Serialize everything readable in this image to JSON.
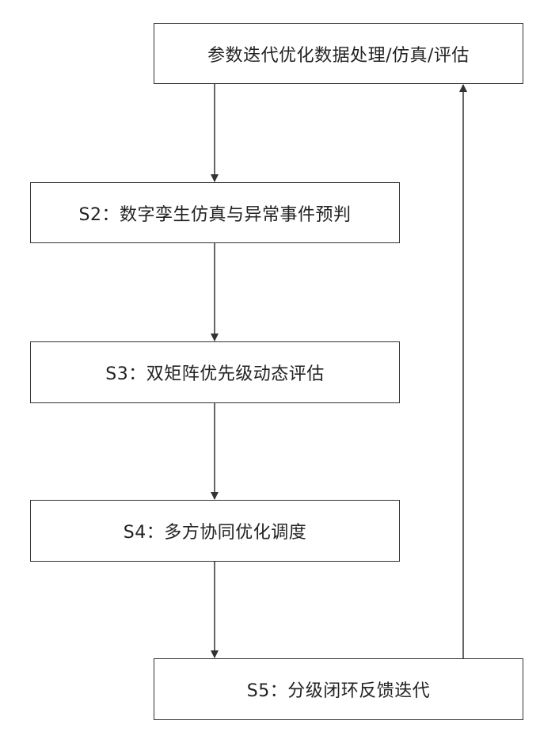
{
  "steps": {
    "top": "参数迭代优化数据处理/仿真/评估",
    "s2": "S2：数字孪生仿真与异常事件预判",
    "s3": "S3：双矩阵优先级动态评估",
    "s4": "S4：多方协同优化调度",
    "s5": "S5：分级闭环反馈迭代"
  },
  "colors": {
    "stroke": "#333333",
    "text": "#222222",
    "background": "#ffffff"
  }
}
